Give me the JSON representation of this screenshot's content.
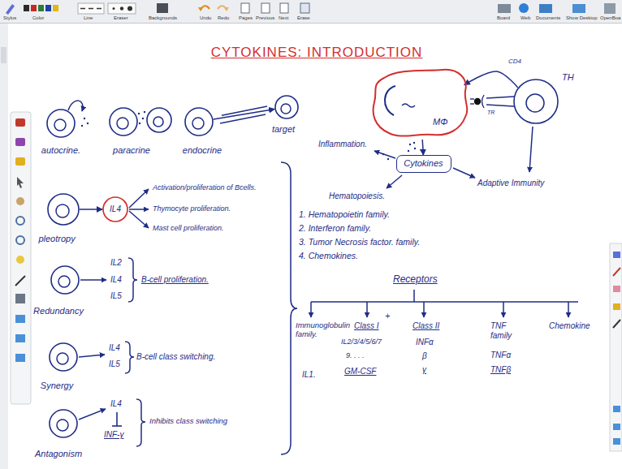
{
  "diagram": {
    "title": "CYTOKINES: INTRODUCTION",
    "nodes": [
      {
        "text": [
          "autocrine."
        ]
      },
      {
        "text": [
          "paracrine"
        ]
      },
      {
        "text": [
          "endocrine"
        ]
      },
      {
        "text": [
          "target"
        ]
      },
      {
        "text": [
          "MΦ"
        ]
      },
      {
        "text": [
          "TH"
        ]
      },
      {
        "text": [
          "Cytokines"
        ]
      },
      {
        "text": [
          "pleotropy"
        ]
      },
      {
        "text": [
          "IL4"
        ]
      },
      {
        "text": [
          "Redundancy"
        ]
      },
      {
        "text": [
          "Synergy"
        ]
      },
      {
        "text": [
          "Antagonism"
        ]
      }
    ],
    "edges": [
      {
        "from": 2,
        "to": 3,
        "arrow": "to"
      },
      {
        "from": 5,
        "to": 4,
        "arrow": "to"
      },
      {
        "from": 4,
        "to": 6,
        "arrow": "to"
      },
      {
        "from": 7,
        "to": 8,
        "arrow": "to"
      }
    ],
    "labels": [
      "Stylus",
      "Color",
      "Line",
      "Eraser",
      "Backgrounds",
      "Undo",
      "Redo",
      "Pages",
      "Previous",
      "Next",
      "Erase",
      "Board",
      "Web",
      "Documents",
      "Show Desktop",
      "OpenBoa",
      "CD4",
      "TR",
      "Inflammation.",
      "Hematopoiesis.",
      "Adaptive Immunity",
      "1. Hematopoietin family.",
      "2. Interferon family.",
      "3. Tumor Necrosis factor. family.",
      "4. Chemokines.",
      "Receptors",
      "Activation/proliferation of Bcells.",
      "Thymocyte proliferation.",
      "Mast cell proliferation.",
      "IL2",
      "IL4",
      "IL5",
      "B-cell proliferation.",
      "IL4",
      "IL5",
      "B-cell class switching.",
      "IL4",
      "INF-γ",
      "Inhibits class switching",
      "Immunoglobulin family.",
      "IL1.",
      "Class I",
      "+",
      "Class II",
      "IL2/3/4/5/6/7",
      "9. . . .",
      "GM-CSF",
      "INFα",
      "β",
      "γ",
      "TNF family",
      "TNFα",
      "TNFβ",
      "Chemokine"
    ]
  }
}
